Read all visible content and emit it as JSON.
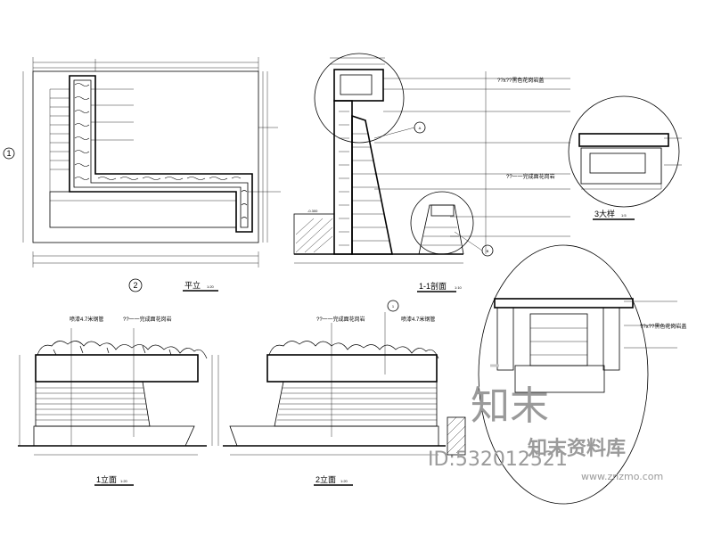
{
  "drawing": {
    "views": {
      "plan": {
        "title": "平立",
        "scale": "1:20",
        "marker": "2"
      },
      "section": {
        "title": "1-1剖面",
        "scale": "1:10",
        "elevation_mark": "-0.300"
      },
      "detail3": {
        "title": "3大样",
        "scale": "1:5"
      },
      "elevation1": {
        "title": "1立面",
        "scale": "1:20"
      },
      "elevation2": {
        "title": "2立面",
        "scale": "1:20"
      }
    },
    "callouts": {
      "section_top": "??x??黑色花岗岩盖",
      "section_mid": "??一一完成面花岗岩",
      "elev1_left": "喷漆4.7米钢管",
      "elev1_mid": "??一一完成面花岗岩",
      "elev2_mid": "??一一完成面花岗岩",
      "elev2_right": "喷漆4.7米钢管",
      "detail_right": "??x??黑色花岗岩盖"
    },
    "markers": {
      "a": "A",
      "b": "B",
      "c": "1",
      "d": "1"
    }
  },
  "watermark": {
    "brand_cn": "知末",
    "site_name": "知末资料库",
    "id_label": "ID:532012521",
    "url": "www.znzmo.com"
  }
}
